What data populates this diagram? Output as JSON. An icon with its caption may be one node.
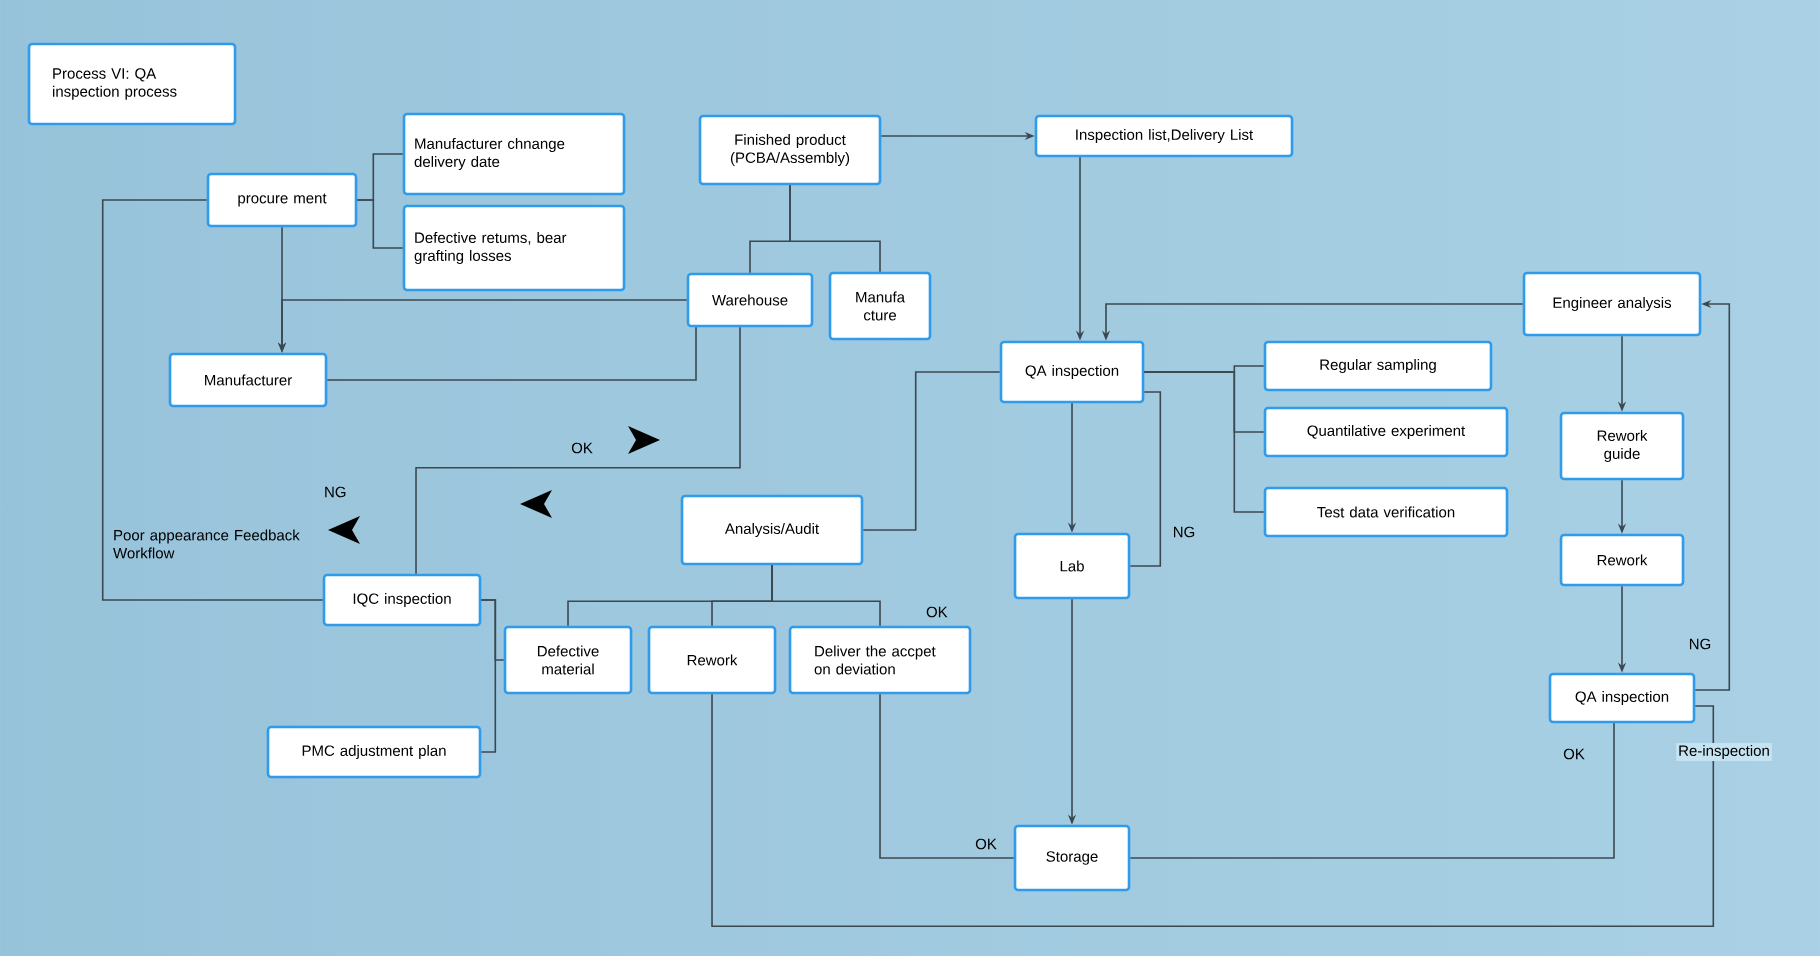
{
  "diagram": {
    "nodes": [
      {
        "text": [
          "Process VI: QA inspection process"
        ]
      },
      {
        "text": [
          "procure ment"
        ]
      },
      {
        "text": [
          "Manufacturer chnange delivery date"
        ]
      },
      {
        "text": [
          "Defective retums, bear grafting losses"
        ]
      },
      {
        "text": [
          "Finished product (PCBA/Assembly)"
        ]
      },
      {
        "text": [
          "Inspection list,Delivery List"
        ]
      },
      {
        "text": [
          "Warehouse"
        ]
      },
      {
        "text": [
          "Manufa cture"
        ]
      },
      {
        "text": [
          "Manufacturer"
        ]
      },
      {
        "text": [
          "QA inspection"
        ]
      },
      {
        "text": [
          "Regular sampling"
        ]
      },
      {
        "text": [
          "Quantilative experiment"
        ]
      },
      {
        "text": [
          "Engineer analysis"
        ]
      },
      {
        "text": [
          "Rework guide"
        ]
      },
      {
        "text": [
          "Analysis/Audit"
        ]
      },
      {
        "text": [
          "Test data verification"
        ]
      },
      {
        "text": [
          "Lab"
        ]
      },
      {
        "text": [
          "Rework"
        ]
      },
      {
        "text": [
          "IQC inspection"
        ]
      },
      {
        "text": [
          "Defective material"
        ]
      },
      {
        "text": [
          "Rework"
        ]
      },
      {
        "text": [
          "Deliver the accpet on deviation"
        ]
      },
      {
        "text": [
          "QA inspection"
        ]
      },
      {
        "text": [
          "PMC adjustment plan"
        ]
      },
      {
        "text": [
          "Storage"
        ]
      }
    ],
    "edges": [
      {
        "from": 1,
        "to": 2,
        "arrow": "none"
      },
      {
        "from": 1,
        "to": 3,
        "arrow": "none"
      },
      {
        "from": 4,
        "to": 5,
        "arrow": "to"
      },
      {
        "from": 4,
        "to": 6,
        "arrow": "none"
      },
      {
        "from": 4,
        "to": 7,
        "arrow": "none"
      },
      {
        "from": 1,
        "to": 8,
        "arrow": "to"
      },
      {
        "from": 6,
        "to": 8,
        "arrow": "to"
      },
      {
        "from": 8,
        "to": 6,
        "arrow": "none"
      },
      {
        "from": 18,
        "to": 6,
        "arrow": "none",
        "label": "OK"
      },
      {
        "from": 18,
        "to": 1,
        "arrow": "none"
      },
      {
        "from": 18,
        "to": 19,
        "arrow": "none"
      },
      {
        "from": 18,
        "to": 23,
        "arrow": "none"
      },
      {
        "from": 5,
        "to": 9,
        "arrow": "to"
      },
      {
        "from": 12,
        "to": 9,
        "arrow": "to"
      },
      {
        "from": 9,
        "to": 10,
        "arrow": "none"
      },
      {
        "from": 9,
        "to": 11,
        "arrow": "none"
      },
      {
        "from": 9,
        "to": 15,
        "arrow": "none"
      },
      {
        "from": 9,
        "to": 14,
        "arrow": "none"
      },
      {
        "from": 9,
        "to": 16,
        "arrow": "to"
      },
      {
        "from": 16,
        "to": 9,
        "arrow": "none",
        "label": "NG"
      },
      {
        "from": 16,
        "to": 24,
        "arrow": "to"
      },
      {
        "from": 14,
        "to": 19,
        "arrow": "none"
      },
      {
        "from": 14,
        "to": 20,
        "arrow": "none"
      },
      {
        "from": 14,
        "to": 21,
        "arrow": "none"
      },
      {
        "from": 21,
        "to": 24,
        "arrow": "none",
        "label": "OK"
      },
      {
        "from": 20,
        "to": 22,
        "arrow": "none",
        "label": "Re-inspection"
      },
      {
        "from": 22,
        "to": 24,
        "arrow": "none",
        "label": "OK"
      },
      {
        "from": 22,
        "to": 12,
        "arrow": "to",
        "label": "NG"
      },
      {
        "from": 12,
        "to": 13,
        "arrow": "to"
      },
      {
        "from": 13,
        "to": 17,
        "arrow": "to"
      },
      {
        "from": 17,
        "to": 22,
        "arrow": "to"
      }
    ],
    "labels": [
      "NG",
      "Poor appearance Feedback Workflow",
      "OK"
    ]
  }
}
